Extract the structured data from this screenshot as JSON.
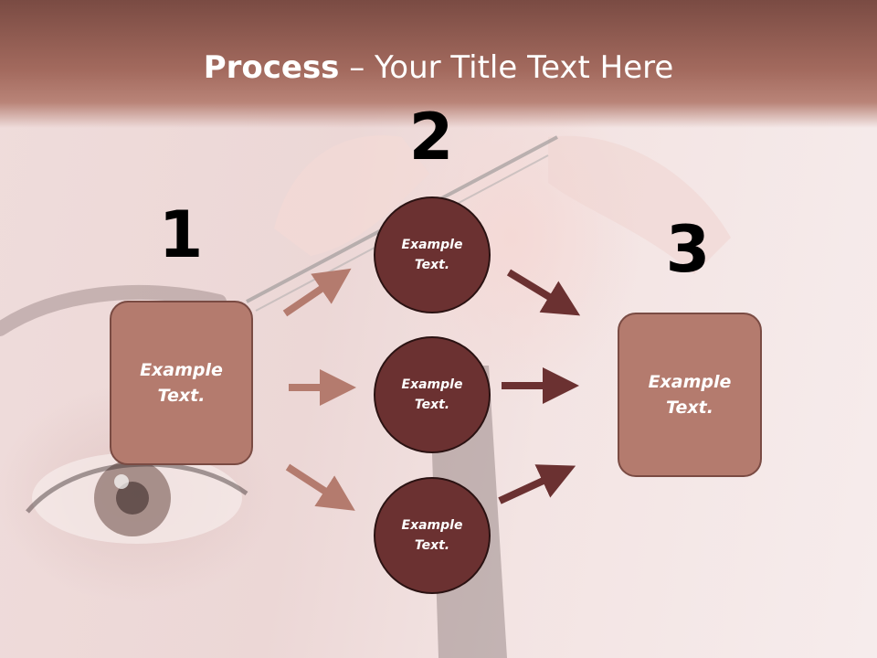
{
  "slide": {
    "title_bold": "Process",
    "title_rest": " – Your Title Text Here"
  },
  "steps": {
    "one": "1",
    "two": "2",
    "three": "3"
  },
  "nodes": {
    "left_box": "Example\nText.",
    "circle_top": "Example\nText.",
    "circle_mid": "Example\nText.",
    "circle_bottom": "Example\nText.",
    "right_box": "Example\nText."
  },
  "colors": {
    "title_band": "#a36a5e",
    "box_fill": "#b47b6e",
    "circle_fill": "#6b3131",
    "arrow_light": "#b47b6e",
    "arrow_dark": "#6b3131"
  }
}
